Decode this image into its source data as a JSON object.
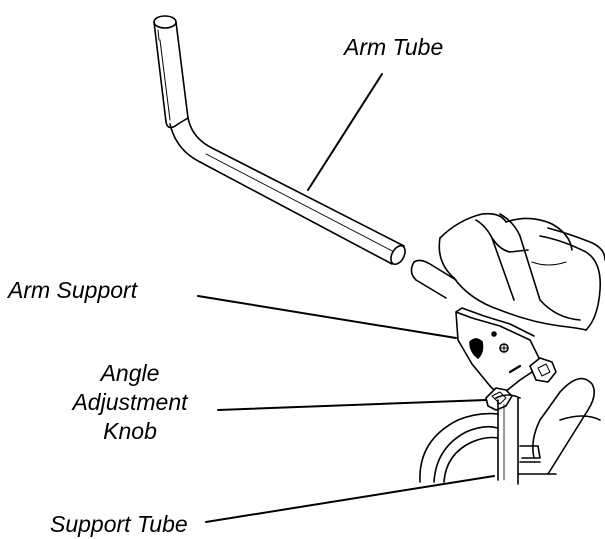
{
  "labels": {
    "arm_tube": "Arm Tube",
    "arm_support": "Arm Support",
    "angle_knob_line1": "Angle",
    "angle_knob_line2": "Adjustment",
    "angle_knob_line3": "Knob",
    "support_tube": "Support Tube"
  },
  "colors": {
    "ink": "#000000",
    "background": "#ffffff"
  }
}
